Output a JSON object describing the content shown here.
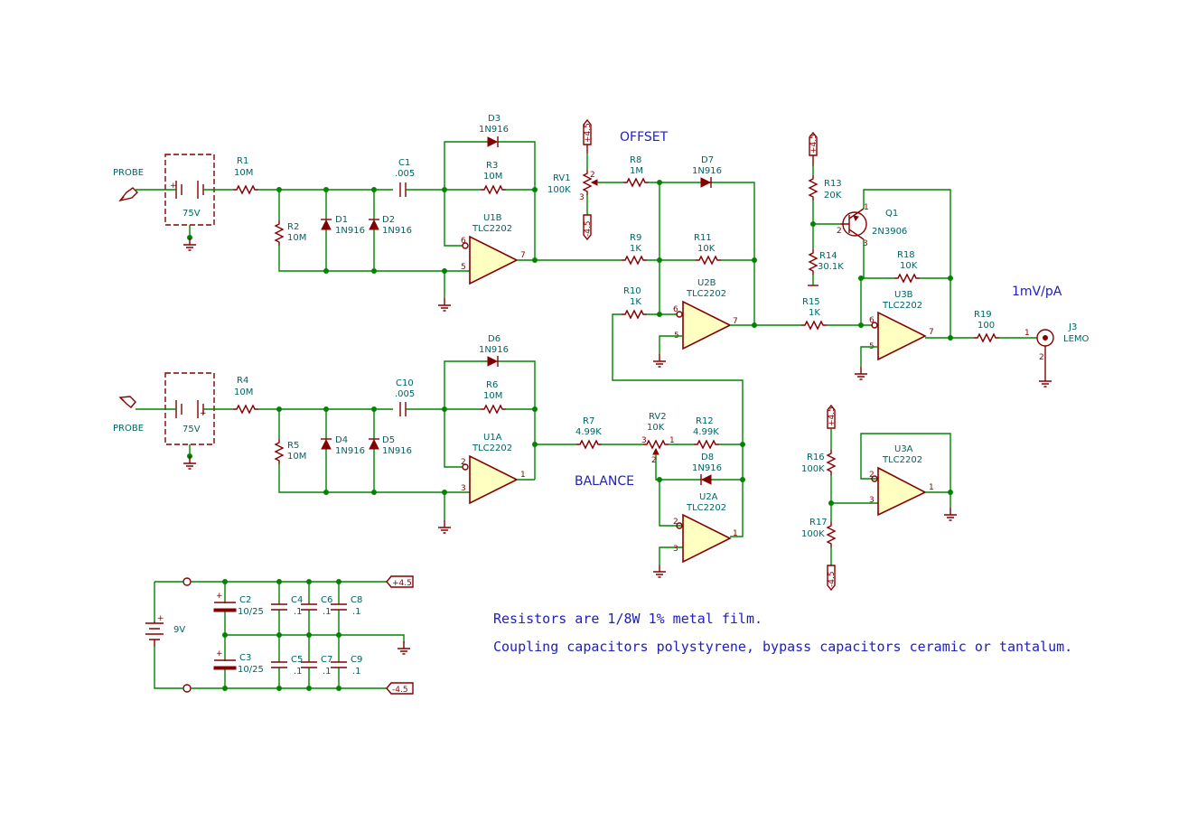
{
  "components": {
    "r1": {
      "ref": "R1",
      "value": "10M"
    },
    "r2": {
      "ref": "R2",
      "value": "10M"
    },
    "r3": {
      "ref": "R3",
      "value": "10M"
    },
    "r4": {
      "ref": "R4",
      "value": "10M"
    },
    "r5": {
      "ref": "R5",
      "value": "10M"
    },
    "r6": {
      "ref": "R6",
      "value": "10M"
    },
    "r7": {
      "ref": "R7",
      "value": "4.99K"
    },
    "r8": {
      "ref": "R8",
      "value": "1M"
    },
    "r9": {
      "ref": "R9",
      "value": "1K"
    },
    "r10": {
      "ref": "R10",
      "value": "1K"
    },
    "r11": {
      "ref": "R11",
      "value": "10K"
    },
    "r12": {
      "ref": "R12",
      "value": "4.99K"
    },
    "r13": {
      "ref": "R13",
      "value": "20K"
    },
    "r14": {
      "ref": "R14",
      "value": "30.1K"
    },
    "r15": {
      "ref": "R15",
      "value": "1K"
    },
    "r16": {
      "ref": "R16",
      "value": "100K"
    },
    "r17": {
      "ref": "R17",
      "value": "100K"
    },
    "r18": {
      "ref": "R18",
      "value": "10K"
    },
    "r19": {
      "ref": "R19",
      "value": "100"
    },
    "rv1": {
      "ref": "RV1",
      "value": "100K"
    },
    "rv2": {
      "ref": "RV2",
      "value": "10K"
    },
    "c1": {
      "ref": "C1",
      "value": ".005"
    },
    "c10": {
      "ref": "C10",
      "value": ".005"
    },
    "c2": {
      "ref": "C2",
      "value": "10/25"
    },
    "c3": {
      "ref": "C3",
      "value": "10/25"
    },
    "c4": {
      "ref": "C4",
      "value": ".1"
    },
    "c5": {
      "ref": "C5",
      "value": ".1"
    },
    "c6": {
      "ref": "C6",
      "value": ".1"
    },
    "c7": {
      "ref": "C7",
      "value": ".1"
    },
    "c8": {
      "ref": "C8",
      "value": ".1"
    },
    "c9": {
      "ref": "C9",
      "value": ".1"
    },
    "d1": {
      "ref": "D1",
      "value": "1N916"
    },
    "d2": {
      "ref": "D2",
      "value": "1N916"
    },
    "d3": {
      "ref": "D3",
      "value": "1N916"
    },
    "d4": {
      "ref": "D4",
      "value": "1N916"
    },
    "d5": {
      "ref": "D5",
      "value": "1N916"
    },
    "d6": {
      "ref": "D6",
      "value": "1N916"
    },
    "d7": {
      "ref": "D7",
      "value": "1N916"
    },
    "d8": {
      "ref": "D8",
      "value": "1N916"
    },
    "u1a": {
      "ref": "U1A",
      "value": "TLC2202"
    },
    "u1b": {
      "ref": "U1B",
      "value": "TLC2202"
    },
    "u2a": {
      "ref": "U2A",
      "value": "TLC2202"
    },
    "u2b": {
      "ref": "U2B",
      "value": "TLC2202"
    },
    "u3a": {
      "ref": "U3A",
      "value": "TLC2202"
    },
    "u3b": {
      "ref": "U3B",
      "value": "TLC2202"
    },
    "q1": {
      "ref": "Q1",
      "value": "2N3906"
    },
    "j3": {
      "ref": "J3",
      "value": "LEMO"
    },
    "bat_top": {
      "value": "75V"
    },
    "bat_bot": {
      "value": "75V"
    },
    "bat_main": {
      "value": "9V"
    }
  },
  "labels": {
    "probe_top": "PROBE",
    "probe_bottom": "PROBE",
    "offset": "OFFSET",
    "balance": "BALANCE",
    "output_scale": "1mV/pA",
    "pos_rail": "+4.5",
    "neg_rail": "-4.5"
  },
  "notes": {
    "line1": "Resistors are 1/8W 1% metal film.",
    "line2": "Coupling capacitors polystyrene, bypass capacitors ceramic or tantalum."
  },
  "colors": {
    "wire": "#008400",
    "component": "#840000",
    "reference_text": "#006464",
    "note_text": "#2020c0",
    "opamp_fill": "#ffffc2"
  }
}
